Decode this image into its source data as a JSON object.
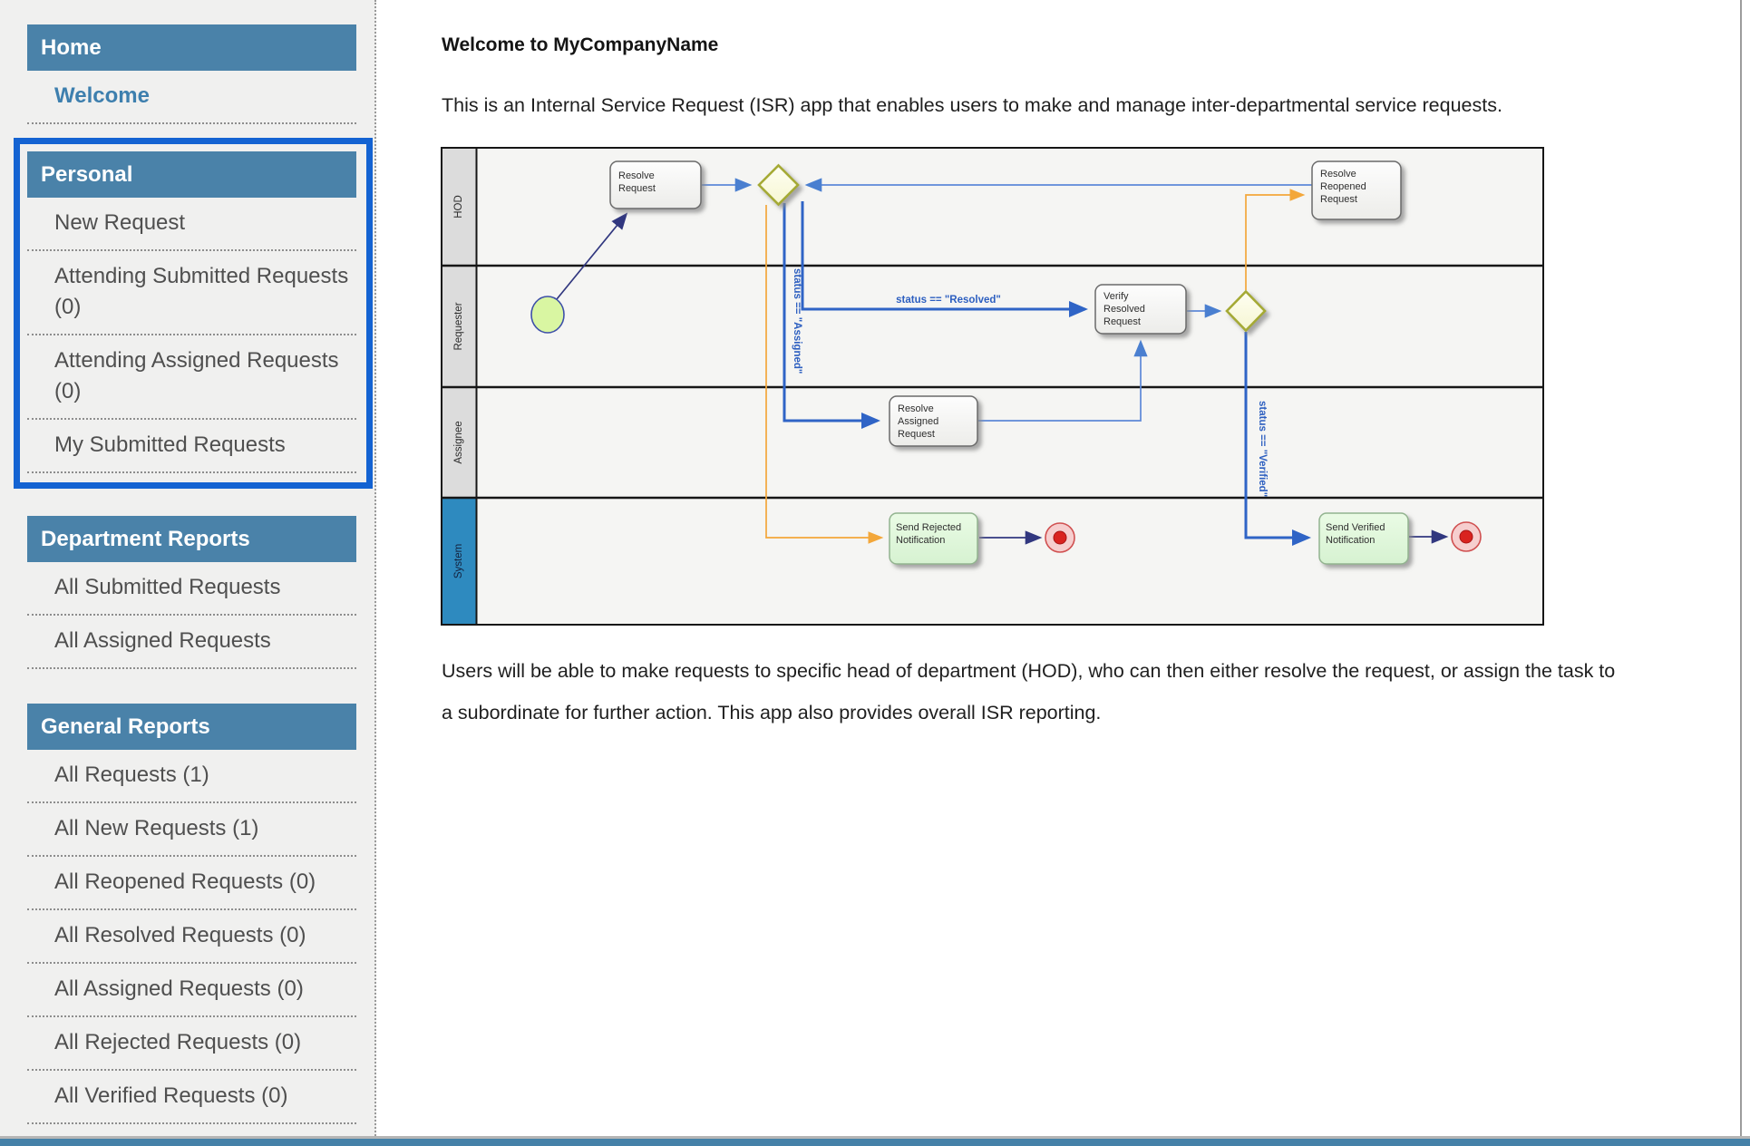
{
  "sidebar": {
    "sections": [
      {
        "header": "Home",
        "items": [
          {
            "label": "Welcome"
          }
        ]
      },
      {
        "header": "Personal",
        "selected": true,
        "items": [
          {
            "label": "New Request"
          },
          {
            "label": "Attending Submitted Requests (0)"
          },
          {
            "label": "Attending Assigned Requests (0)"
          },
          {
            "label": "My Submitted Requests"
          }
        ]
      },
      {
        "header": "Department Reports",
        "items": [
          {
            "label": "All Submitted Requests"
          },
          {
            "label": "All Assigned Requests"
          }
        ]
      },
      {
        "header": "General Reports",
        "items": [
          {
            "label": "All Requests (1)"
          },
          {
            "label": "All New Requests (1)"
          },
          {
            "label": "All Reopened Requests (0)"
          },
          {
            "label": "All Resolved Requests (0)"
          },
          {
            "label": "All Assigned Requests (0)"
          },
          {
            "label": "All Rejected Requests (0)"
          },
          {
            "label": "All Verified Requests (0)"
          }
        ]
      }
    ]
  },
  "main": {
    "title": "Welcome to MyCompanyName",
    "intro": "This is an Internal Service Request (ISR) app that enables users to make and manage inter-departmental service requests.",
    "description": "Users will be able to make requests to specific head of department (HOD), who can then either resolve the request, or assign the task to a subordinate for further action. This app also provides overall ISR reporting."
  },
  "diagram": {
    "lanes": [
      "HOD",
      "Requester",
      "Assignee",
      "System"
    ],
    "tasks": {
      "resolve_request": {
        "l1": "Resolve",
        "l2": "Request"
      },
      "verify_resolved": {
        "l1": "Verify",
        "l2": "Resolved",
        "l3": "Request"
      },
      "resolve_reopened": {
        "l1": "Resolve",
        "l2": "Reopened",
        "l3": "Request"
      },
      "resolve_assigned": {
        "l1": "Resolve",
        "l2": "Assigned",
        "l3": "Request"
      },
      "send_rejected": {
        "l1": "Send Rejected",
        "l2": "Notification"
      },
      "send_verified": {
        "l1": "Send Verified",
        "l2": "Notification"
      }
    },
    "conditions": {
      "assigned": "status == \"Assigned\"",
      "resolved": "status == \"Resolved\"",
      "verified": "status == \"Verified\""
    }
  },
  "colors": {
    "sidebar_header_blue": "#4a82a9",
    "selection_border_blue": "#1463d2",
    "active_link_blue": "#3d7fae",
    "footer_bar_blue": "#4581a8",
    "system_lane_blue": "#2e8abf",
    "connector_thick_blue": "#2f64c6",
    "connector_thin_blue": "#5d89d8",
    "connector_navy": "#31377f",
    "connector_orange": "#f3a73a",
    "condition_text_blue": "#2d5fc0",
    "start_event_green": "#d9f6a2",
    "end_event_red": "#d9231f",
    "gateway_yellow": "#fbfbe0"
  }
}
